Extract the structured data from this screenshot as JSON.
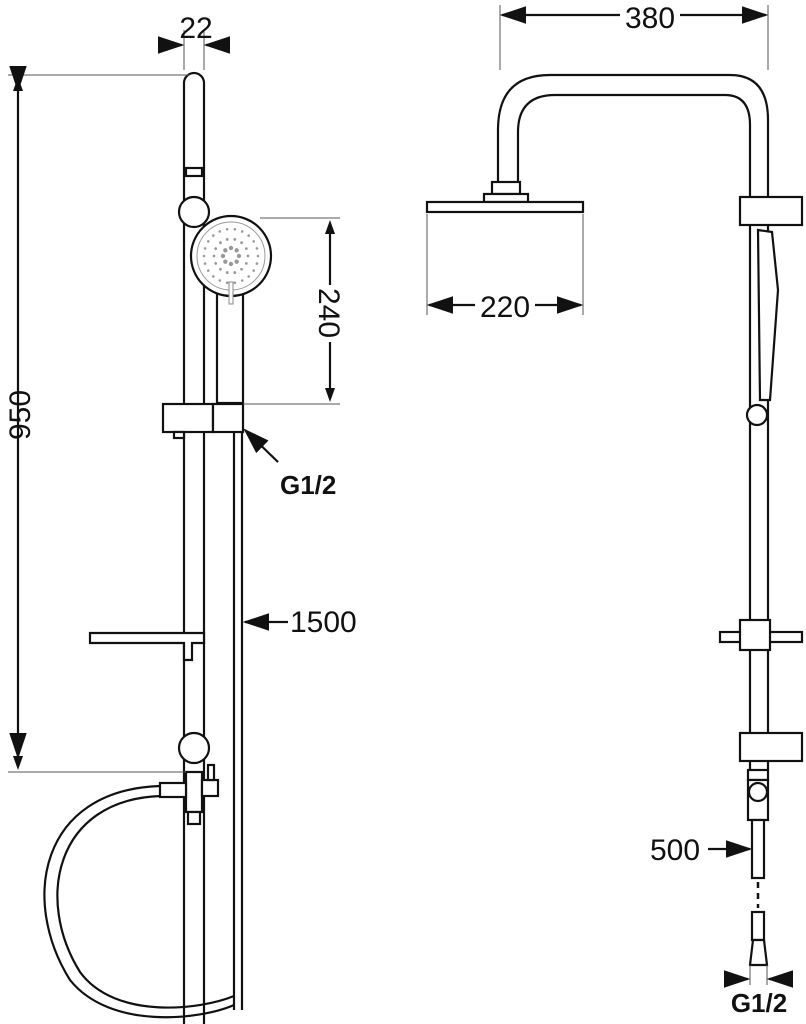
{
  "dimensions": {
    "rail_width": "22",
    "total_height": "950",
    "hand_shower_length": "240",
    "left_connection": "G1/2",
    "hose_length": "1500",
    "arm_reach": "380",
    "head_width": "220",
    "supply_hose_length": "500",
    "bottom_connection": "G1/2"
  }
}
